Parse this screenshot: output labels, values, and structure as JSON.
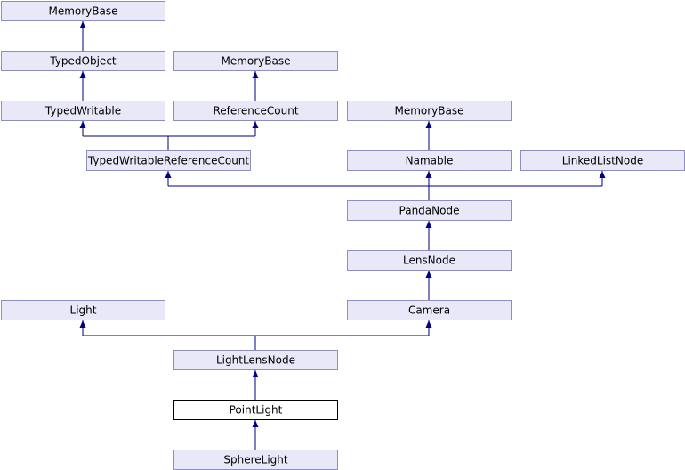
{
  "diagram": {
    "nodes": [
      {
        "id": "memorybase-1",
        "label": "MemoryBase",
        "highlighted": false
      },
      {
        "id": "typedobject",
        "label": "TypedObject",
        "highlighted": false
      },
      {
        "id": "memorybase-2",
        "label": "MemoryBase",
        "highlighted": false
      },
      {
        "id": "typedwritable",
        "label": "TypedWritable",
        "highlighted": false
      },
      {
        "id": "referencecount",
        "label": "ReferenceCount",
        "highlighted": false
      },
      {
        "id": "memorybase-3",
        "label": "MemoryBase",
        "highlighted": false
      },
      {
        "id": "typedwritablereferencecount",
        "label": "TypedWritableReferenceCount",
        "highlighted": false
      },
      {
        "id": "namable",
        "label": "Namable",
        "highlighted": false
      },
      {
        "id": "linkedlistnode",
        "label": "LinkedListNode",
        "highlighted": false
      },
      {
        "id": "pandanode",
        "label": "PandaNode",
        "highlighted": false
      },
      {
        "id": "lensnode",
        "label": "LensNode",
        "highlighted": false
      },
      {
        "id": "light",
        "label": "Light",
        "highlighted": false
      },
      {
        "id": "camera",
        "label": "Camera",
        "highlighted": false
      },
      {
        "id": "lightlensnode",
        "label": "LightLensNode",
        "highlighted": false
      },
      {
        "id": "pointlight",
        "label": "PointLight",
        "highlighted": true
      },
      {
        "id": "spherelight",
        "label": "SphereLight",
        "highlighted": false
      }
    ],
    "edges": [
      {
        "from": "typedobject",
        "to": "memorybase-1"
      },
      {
        "from": "typedwritable",
        "to": "typedobject"
      },
      {
        "from": "referencecount",
        "to": "memorybase-2"
      },
      {
        "from": "typedwritablereferencecount",
        "to": "typedwritable"
      },
      {
        "from": "typedwritablereferencecount",
        "to": "referencecount"
      },
      {
        "from": "namable",
        "to": "memorybase-3"
      },
      {
        "from": "pandanode",
        "to": "typedwritablereferencecount"
      },
      {
        "from": "pandanode",
        "to": "namable"
      },
      {
        "from": "pandanode",
        "to": "linkedlistnode"
      },
      {
        "from": "lensnode",
        "to": "pandanode"
      },
      {
        "from": "camera",
        "to": "lensnode"
      },
      {
        "from": "lightlensnode",
        "to": "light"
      },
      {
        "from": "lightlensnode",
        "to": "camera"
      },
      {
        "from": "pointlight",
        "to": "lightlensnode"
      },
      {
        "from": "spherelight",
        "to": "pointlight"
      }
    ],
    "colors": {
      "node_fill": "#e8e8f8",
      "node_border": "#8e8ebe",
      "highlight_fill": "#ffffff",
      "highlight_border": "#000000",
      "edge": "#000080"
    }
  }
}
